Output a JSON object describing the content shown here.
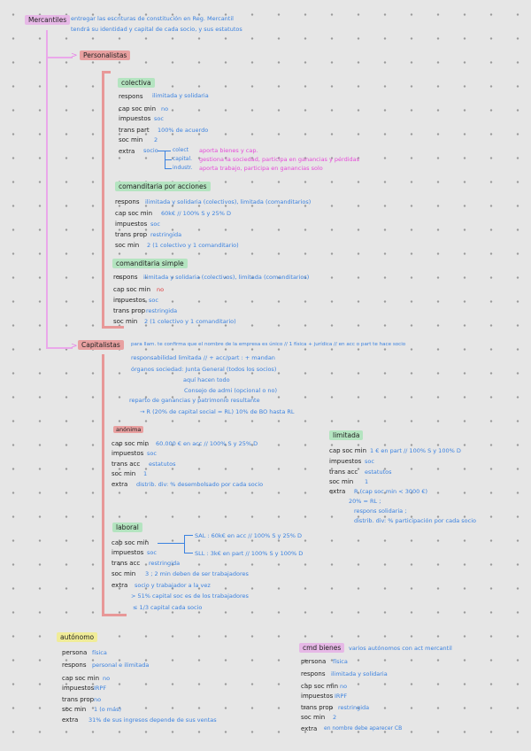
{
  "title": {
    "label": "Mercantiles",
    "note_line1": "entregar las escrituras de constitución en Reg. Mercantil",
    "note_line2": "tendrá su identidad y capital de cada socio, y sus estatutos"
  },
  "personalistas": {
    "label": "Personalistas",
    "colectiva": {
      "label": "colectiva",
      "rows": [
        {
          "key": "respons",
          "value": "ilimitada y solidaria"
        },
        {
          "key": "cap soc min",
          "value": "no"
        },
        {
          "key": "impuestos",
          "value": "soc"
        },
        {
          "key": "trans part",
          "value": "100% de acuerdo"
        },
        {
          "key": "soc min",
          "value": "2"
        }
      ],
      "extra": {
        "key": "extra",
        "value": "socio",
        "branches": [
          {
            "type": "colect",
            "desc": "aporta bienes y cap."
          },
          {
            "type": "capital.",
            "desc": "gestiona la sociedad, participa en ganancias y pérdidas"
          },
          {
            "type": "industr.",
            "desc": "aporta trabajo, participa en ganancias solo"
          }
        ]
      }
    },
    "comanditaria_acciones": {
      "label": "comanditaria por acciones",
      "rows": [
        {
          "key": "respons",
          "value": "ilimitada y solidaria (colectivos), limitada (comanditarios)"
        },
        {
          "key": "cap soc min",
          "value": "60k€ // 100% S y 25% D"
        },
        {
          "key": "impuestos",
          "value": "soc"
        },
        {
          "key": "trans prop",
          "value": "restringida"
        },
        {
          "key": "soc min",
          "value": "2 (1 colectivo y 1 comanditario)"
        }
      ]
    },
    "comanditaria_simple": {
      "label": "comanditaria simple",
      "rows": [
        {
          "key": "respons",
          "value": "ilimitada y solidaria (colectivos), limitada (comanditarios)"
        },
        {
          "key": "cap soc min",
          "value": "no",
          "red": true
        },
        {
          "key": "impuestos",
          "value": "soc"
        },
        {
          "key": "trans prop",
          "value": "restringida"
        },
        {
          "key": "soc min",
          "value": "2 (1 colectivo y 1 comanditario)"
        }
      ]
    }
  },
  "capitalistas": {
    "label": "Capitalistas",
    "notes": [
      "para llam. te confirma que el nombre de la empresa es único // 1 física + jurídica // en acc o part te hace socio",
      "responsabilidad limitada // + acc/part : + mandan",
      "órganos sociedad: Junta General (todos los socios)",
      "aquí hacen todo",
      "Consejo de admi (opcional o no)",
      "reparto de ganancias y patrimonio resultante",
      "→ R (20% de capital social = RL) 10% de BO hasta RL"
    ],
    "anonima": {
      "label": "anónima",
      "rows": [
        {
          "key": "cap soc min",
          "value": "60.000 € en acc // 100% S y 25% D"
        },
        {
          "key": "impuestos",
          "value": "soc"
        },
        {
          "key": "trans acc",
          "value": "estatutos"
        },
        {
          "key": "soc min",
          "value": "1"
        },
        {
          "key": "extra",
          "value": "distrib. div: % desembolsado por cada socio"
        }
      ]
    },
    "limitada": {
      "label": "limitada",
      "rows": [
        {
          "key": "cap soc min",
          "value": "1 € en part // 100% S y 100% D"
        },
        {
          "key": "impuestos",
          "value": "soc"
        },
        {
          "key": "trans acc",
          "value": "estatutos"
        },
        {
          "key": "soc min",
          "value": "1"
        },
        {
          "key": "extra",
          "value": "R (cap soc min < 3000 €)"
        }
      ],
      "extra_lines": [
        "20% = RL ;",
        "respons solidaria ;",
        "distrib. div: % participación por cada socio"
      ]
    },
    "laboral": {
      "label": "laboral",
      "rows": [
        {
          "key": "cap soc min",
          "value": ""
        },
        {
          "key": "impuestos",
          "value": "soc"
        },
        {
          "key": "trans acc",
          "value": "restringida"
        },
        {
          "key": "soc min",
          "value": "3 ; 2 min deben de ser trabajadores"
        },
        {
          "key": "extra",
          "value": "socio y trabajador a la vez"
        }
      ],
      "branches": [
        "SAL : 60k€ en acc // 100% S y 25% D",
        "SLL : 3k€ en part // 100% S y 100% D"
      ],
      "extra_lines": [
        "> 51% capital soc es de los trabajadores",
        "≤ 1/3 capital cada socio"
      ]
    }
  },
  "autonomo": {
    "label": "autónomo",
    "rows": [
      {
        "key": "persona",
        "value": "física"
      },
      {
        "key": "respons",
        "value": "personal e ilimitada"
      },
      {
        "key": "cap soc min",
        "value": "no"
      },
      {
        "key": "impuestos",
        "value": "IRPF"
      },
      {
        "key": "trans prop",
        "value": "no"
      },
      {
        "key": "soc min",
        "value": "1 (o más)"
      },
      {
        "key": "extra",
        "value": "31% de sus ingresos depende de sus ventas"
      }
    ]
  },
  "cmd_bienes": {
    "label": "cmd bienes",
    "note": "varios autónomos con act mercantil",
    "rows": [
      {
        "key": "persona",
        "value": "física"
      },
      {
        "key": "respons",
        "value": "ilimitada y solidaria"
      },
      {
        "key": "cap soc min",
        "value": "no"
      },
      {
        "key": "impuestos",
        "value": "IRPF"
      },
      {
        "key": "trans prop",
        "value": "restringida"
      },
      {
        "key": "soc min",
        "value": "2"
      },
      {
        "key": "extra",
        "value": "en nombre debe aparecer CB"
      }
    ]
  }
}
